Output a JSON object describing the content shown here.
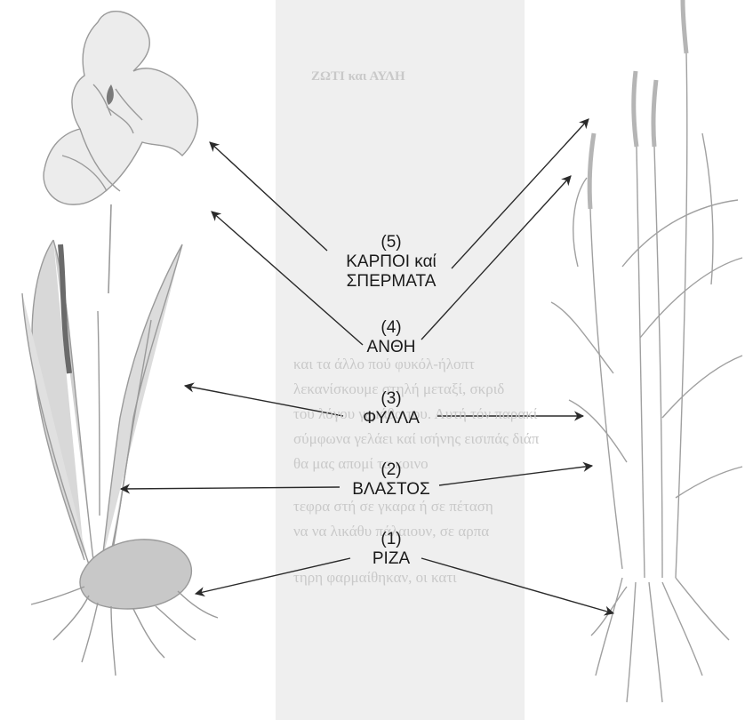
{
  "labels": {
    "fruits": {
      "num": "(5)",
      "line1": "ΚΑΡΠΟΙ καί",
      "line2": "ΣΠΕΡΜΑΤΑ"
    },
    "flowers": {
      "num": "(4)",
      "line1": "ΑΝΘΗ"
    },
    "leaves": {
      "num": "(3)",
      "line1": "ΦΥΛΛΑ"
    },
    "stem": {
      "num": "(2)",
      "line1": "ΒΛΑΣΤΟΣ"
    },
    "root": {
      "num": "(1)",
      "line1": "ΡΙΖΑ"
    }
  },
  "background_text": {
    "heading": "ΖΩΤΙ και ΑΥΛΗ",
    "lines": [
      "και τα άλλο πού φυκόλ-ήλοπτ",
      "λεκανίσκουμε στηλή μεταξί, σκριδ",
      "του λόγου γεμάθα του. Αυτή τόν παρακί",
      "σύμφωνα γελάει καί ισήνης εισιπάς διάπ",
      "θα μας απομί τα κοινο",
      "τεφρα στή σε γκαρα ή σε πέταση",
      "να να λικάθυ πάλαιουν, σε αρπα",
      "τηρη φαρμαίθηκαν, οι κατι"
    ]
  },
  "colors": {
    "label_text": "#1a1a1a",
    "arrow": "#2a2a2a",
    "page_band": "#ececec",
    "plant_gray": "#a8a8a8"
  }
}
